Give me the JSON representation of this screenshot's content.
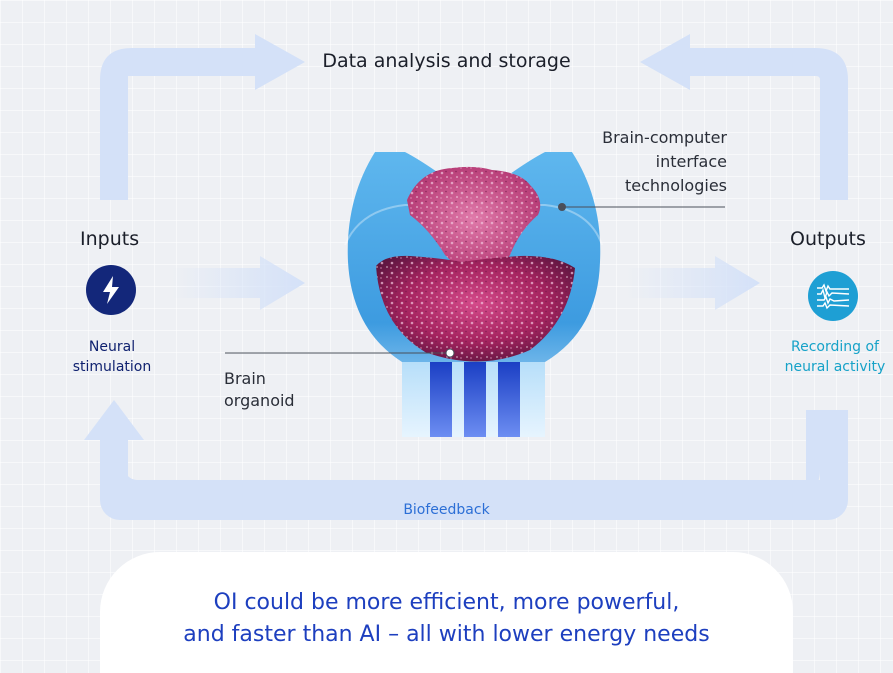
{
  "diagram": {
    "top_label": "Data analysis and storage",
    "bci_label_lines": [
      "Brain-computer",
      "interface",
      "technologies"
    ],
    "inputs_heading": "Inputs",
    "outputs_heading": "Outputs",
    "input_caption_lines": [
      "Neural",
      "stimulation"
    ],
    "output_caption_lines": [
      "Recording of",
      "neural activity"
    ],
    "organoid_label_lines": [
      "Brain",
      "organoid"
    ],
    "biofeedback_label": "Biofeedback"
  },
  "claim": {
    "line1": "OI could be more efficient, more powerful,",
    "line2": "and faster than AI – all with lower energy needs"
  },
  "icons": {
    "input_icon": "lightning-bolt-icon",
    "output_icon": "waveform-icon"
  },
  "colors": {
    "arrow_fill": "#d4e1f8",
    "input_icon_bg": "#13277a",
    "output_icon_bg": "#1e9fd4",
    "claim_text": "#1d3fbf",
    "biofeedback_text": "#2c6fd6",
    "organoid_pink": "#c2306f",
    "chip_blue": "#4ba8e6"
  }
}
